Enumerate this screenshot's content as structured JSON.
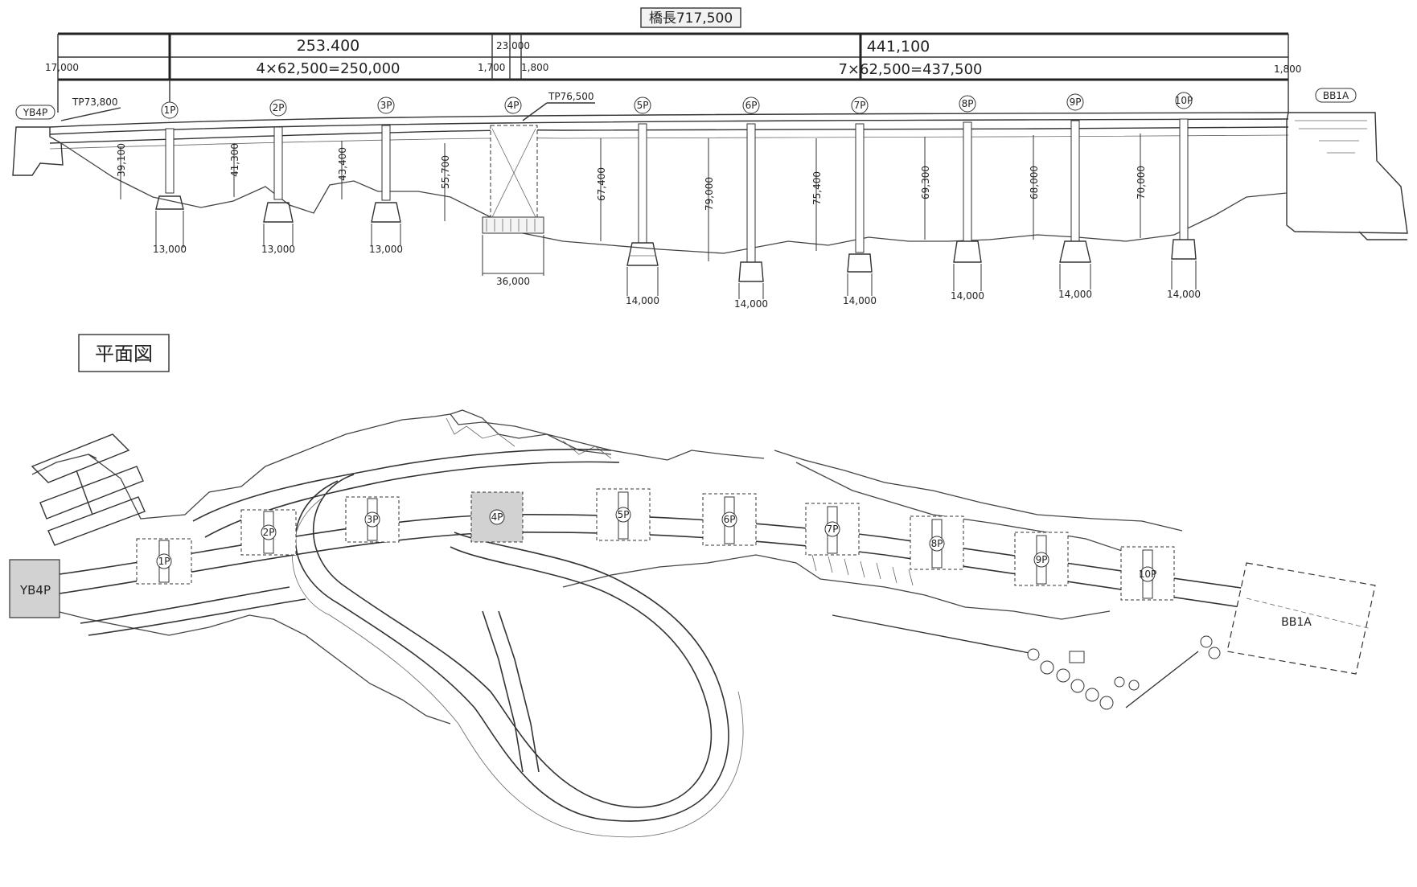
{
  "title": "橋長717,500",
  "plan_title": "平面図",
  "dimensions": {
    "top_left": "253.400",
    "top_mid": "23,000",
    "top_right": "441,100",
    "span_left": "4×62,500=250,000",
    "span_right": "7×62,500=437,500",
    "end_left": "17,000",
    "gap_a": "1,700",
    "gap_b": "1,800",
    "end_right": "1,800"
  },
  "abutments": {
    "left": "YB4P",
    "right": "BB1A",
    "left_tp": "TP73,800",
    "mid_tp": "TP76,500"
  },
  "piers": [
    {
      "label": "1P",
      "height": "39,100",
      "base": "13,000"
    },
    {
      "label": "2P",
      "height": "41,300",
      "base": "13,000"
    },
    {
      "label": "3P",
      "height": "43,400",
      "base": "13,000"
    },
    {
      "label": "4P",
      "height": "55,700",
      "base": "36,000"
    },
    {
      "label": "5P",
      "height": "67,400",
      "base": "14,000"
    },
    {
      "label": "6P",
      "height": "79,000",
      "base": "14,000"
    },
    {
      "label": "7P",
      "height": "75,400",
      "base": "14,000"
    },
    {
      "label": "8P",
      "height": "69,300",
      "base": "14,000"
    },
    {
      "label": "9P",
      "height": "68,000",
      "base": "14,000"
    },
    {
      "label": "10P",
      "height": "70,000",
      "base": "14,000"
    }
  ],
  "plan": {
    "left_abutment": "YB4P",
    "right_abutment": "BB1A"
  }
}
